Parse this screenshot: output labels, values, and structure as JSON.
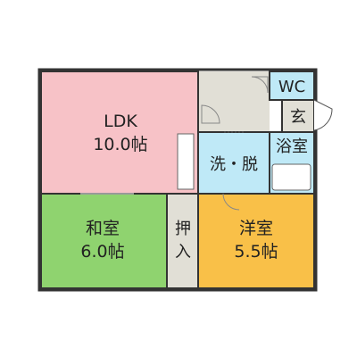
{
  "rooms": {
    "ldk": {
      "name": "LDK",
      "size": "10.0帖",
      "color": "#f7c2c7"
    },
    "washitsu": {
      "name": "和室",
      "size": "6.0帖",
      "color": "#8fd36f"
    },
    "yoshitsu": {
      "name": "洋室",
      "size": "5.5帖",
      "color": "#f9c048"
    },
    "closet": {
      "name": "押入",
      "color": "#e1dfd6"
    },
    "wc": {
      "name": "WC",
      "color": "#bfe9f7"
    },
    "entrance": {
      "name": "玄",
      "color": "#e1dfd6"
    },
    "bath": {
      "name": "浴室",
      "color": "#bfe9f7"
    },
    "wash": {
      "name": "洗・脱",
      "color": "#bfe9f7"
    },
    "hall": {
      "color": "#e1dfd6"
    }
  },
  "colors": {
    "wall": "#333333",
    "background": "#ffffff"
  }
}
